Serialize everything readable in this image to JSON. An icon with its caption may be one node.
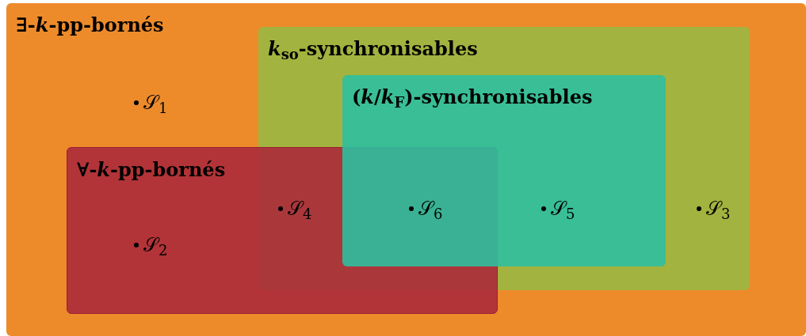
{
  "diagram": {
    "nodes": [
      {
        "text": [
          "∃-*k*-pp-bornés"
        ]
      },
      {
        "text": [
          "*k*$_{so}$-synchronisables"
        ],
        "in": 0
      },
      {
        "text": [
          "(*k*/*k*$_{F}$)-synchronisables"
        ],
        "in": 1
      },
      {
        "text": [
          "∀-*k*-pp-bornés"
        ],
        "in": 0
      }
    ],
    "labels": [
      "𝒮$_{1}$",
      "𝒮$_{2}$",
      "𝒮$_{4}$",
      "𝒮$_{6}$",
      "𝒮$_{5}$",
      "𝒮$_{3}$"
    ]
  }
}
